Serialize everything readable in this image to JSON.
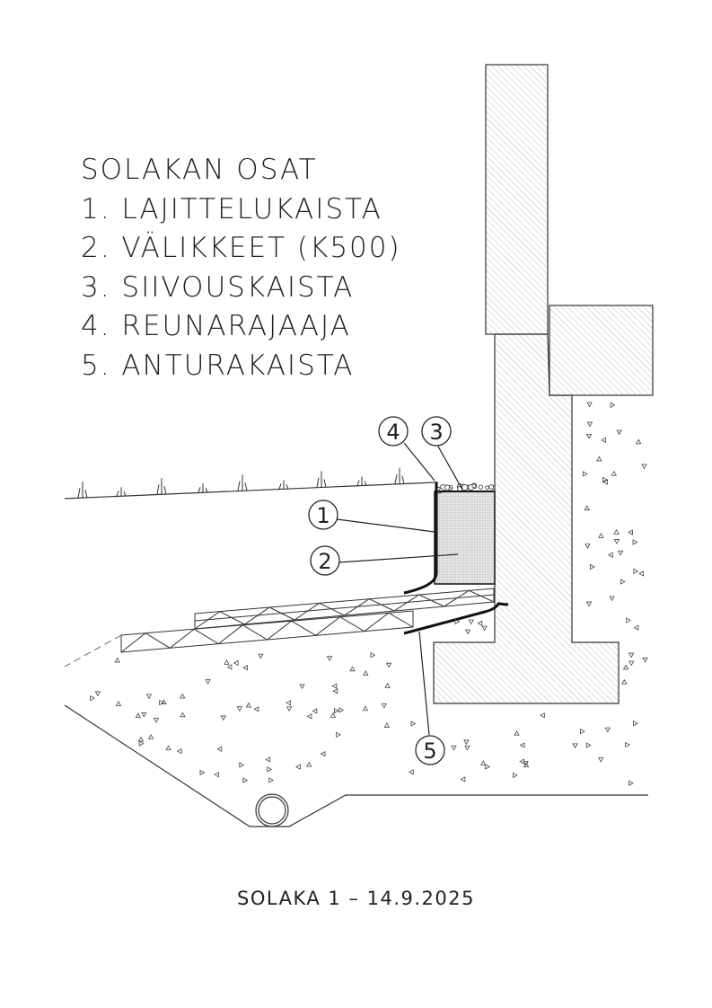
{
  "legend": {
    "title": "SOLAKAN OSAT",
    "items": [
      "1. LAJITTELUKAISTA",
      "2. VÄLIKKEET (K500)",
      "3. SIIVOUSKAISTA",
      "4. REUNARAJAAJA",
      "5. ANTURAKAISTA"
    ]
  },
  "callouts": [
    "1",
    "2",
    "3",
    "4",
    "5"
  ],
  "caption": "SOLAKA 1 – 14.9.2025",
  "colors": {
    "line": "#222222",
    "hatch": "#999999",
    "block": "#dcdcdc"
  }
}
